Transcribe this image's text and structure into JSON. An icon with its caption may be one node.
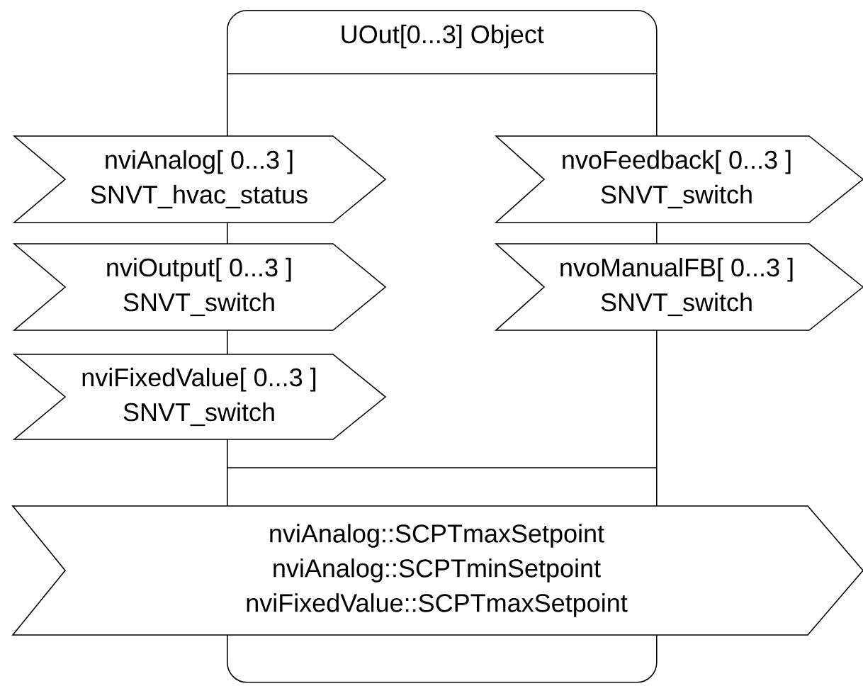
{
  "diagram": {
    "nodes": [
      {
        "text": [
          "UOut[0...3] Object"
        ]
      },
      {
        "text": [
          "nviAnalog[ 0...3 ]",
          "SNVT_hvac_status"
        ]
      },
      {
        "text": [
          "nviOutput[ 0...3 ]",
          "SNVT_switch"
        ]
      },
      {
        "text": [
          "nviFixedValue[ 0...3 ]",
          "SNVT_switch"
        ]
      },
      {
        "text": [
          "nvoFeedback[ 0...3 ]",
          "SNVT_switch"
        ]
      },
      {
        "text": [
          "nvoManualFB[ 0...3 ]",
          "SNVT_switch"
        ]
      },
      {
        "text": [
          "nviAnalog::SCPTmaxSetpoint",
          "nviAnalog::SCPTminSetpoint",
          "nviFixedValue::SCPTmaxSetpoint"
        ]
      }
    ]
  }
}
